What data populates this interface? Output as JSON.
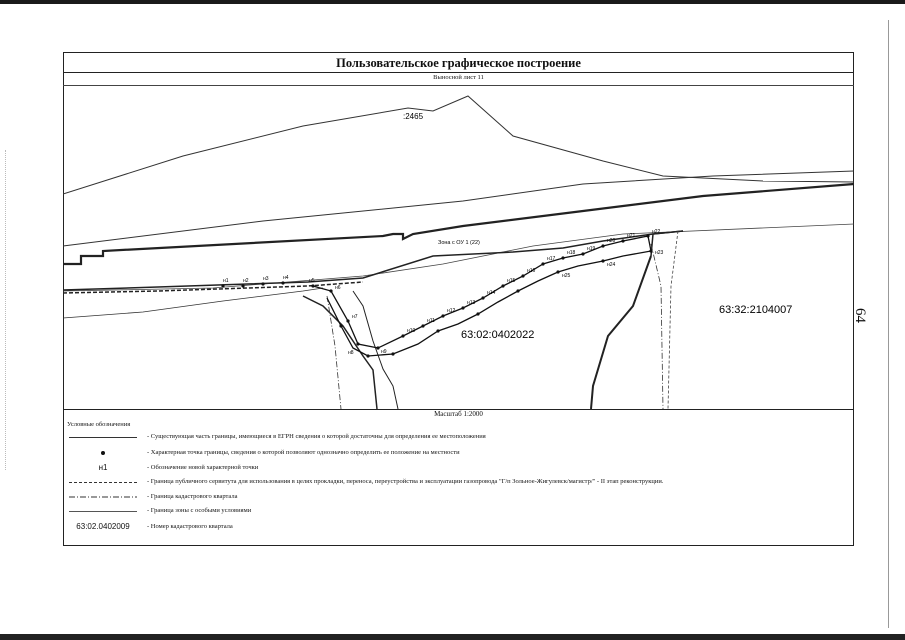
{
  "title": "Пользовательское графическое построение",
  "sheet": "Выносной лист 11",
  "scale": "Масштаб 1:2000",
  "page_number": "64",
  "map": {
    "labels": {
      "parcel_2465": ":2465",
      "zone": "Зона с ОУ 1 (22)",
      "quarter_main": "63:02:0402022",
      "quarter_right": "63:32:2104007"
    },
    "points": [
      "н1",
      "н2",
      "н3",
      "н4",
      "н5",
      "н6",
      "н7",
      "н8",
      "н9",
      "н10",
      "н11",
      "н12",
      "н13",
      "н14",
      "н15",
      "н16",
      "н17",
      "н18",
      "н19",
      "н20",
      "н21",
      "н22",
      "н23",
      "н24",
      "н25"
    ],
    "colors": {
      "line": "#222222",
      "background": "#ffffff"
    }
  },
  "legend": {
    "title": "Условные обозначения",
    "items": [
      {
        "symbol": "",
        "text": "- Существующая часть границы, имеющиеся в ЕГРН сведения о которой достаточны для определения ее местоположения"
      },
      {
        "symbol": "",
        "text": "- Характерная точка границы, сведения о которой позволяют однозначно определить ее положение на местности"
      },
      {
        "symbol": "н1",
        "text": "- Обозначение новой характерной точки"
      },
      {
        "symbol": "",
        "text": "- Граница публичного сервитута  для использования в целях прокладки, переноса, переустройства и эксплуатации газопровода \"Г/п Зольное-Жигулевск/магистр/\" - II этап реконструкции."
      },
      {
        "symbol": "",
        "text": "- Граница кадастрового квартала"
      },
      {
        "symbol": "",
        "text": "- Граница зоны с особыми условиями"
      },
      {
        "symbol": "63:02.0402009",
        "text": "- Номер кадастрового квартала"
      }
    ]
  }
}
